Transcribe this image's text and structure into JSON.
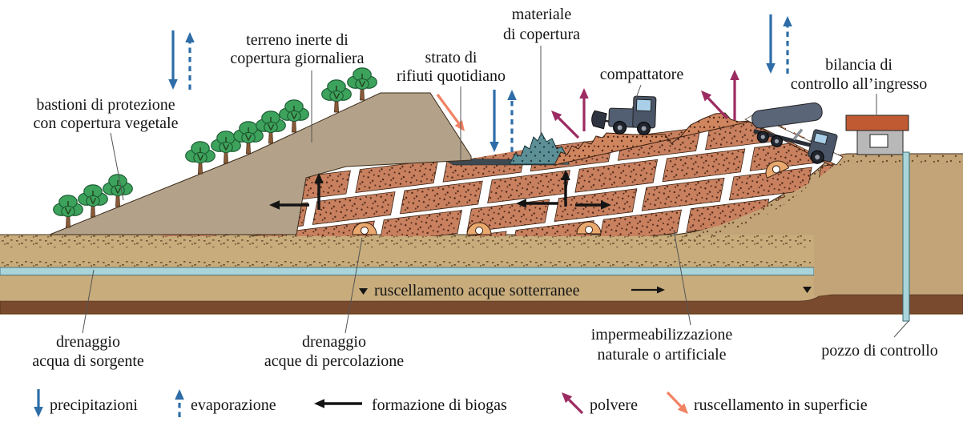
{
  "diagram": {
    "labels": {
      "bastioni": {
        "l1": "bastioni di protezione",
        "l2": "con copertura vegetale"
      },
      "terreno": {
        "l1": "terreno inerte di",
        "l2": "copertura giornaliera"
      },
      "strato": {
        "l1": "strato di",
        "l2": "rifiuti quotidiano"
      },
      "materiale": {
        "l1": "materiale",
        "l2": "di copertura"
      },
      "compattatore": "compattatore",
      "bilancia": {
        "l1": "bilancia di",
        "l2": "controllo all’ingresso"
      },
      "sorgente": {
        "l1": "drenaggio",
        "l2": "acqua di sorgente"
      },
      "percolazione": {
        "l1": "drenaggio",
        "l2": "acque di percolazione"
      },
      "impermeabilizzazione": {
        "l1": "impermeabilizzazione",
        "l2": "naturale o artificiale"
      },
      "pozzo": "pozzo di controllo",
      "falda": "ruscellamento acque sotterranee"
    },
    "legend": [
      {
        "label": "precipitazioni",
        "arrow": "down-solid",
        "colorKey": "precip"
      },
      {
        "label": "evaporazione",
        "arrow": "up-dashed",
        "colorKey": "precip"
      },
      {
        "label": "formazione di biogas",
        "arrow": "left-solid",
        "colorKey": "biogas"
      },
      {
        "label": "polvere",
        "arrow": "up-left-solid",
        "colorKey": "dust"
      },
      {
        "label": "ruscellamento in superficie",
        "arrow": "down-right-solid",
        "colorKey": "runoff"
      }
    ],
    "colors": {
      "precip": "#2E6DA8",
      "dust": "#9C2B61",
      "runoff": "#F08263",
      "biogas": "#141414",
      "water": "#A9D5DA",
      "cell": "#C8805F",
      "soil": "#C8AC7C",
      "clay": "#7A4A2E",
      "embankment": "#B3A189",
      "cover_pile": "#5D8F96"
    }
  }
}
